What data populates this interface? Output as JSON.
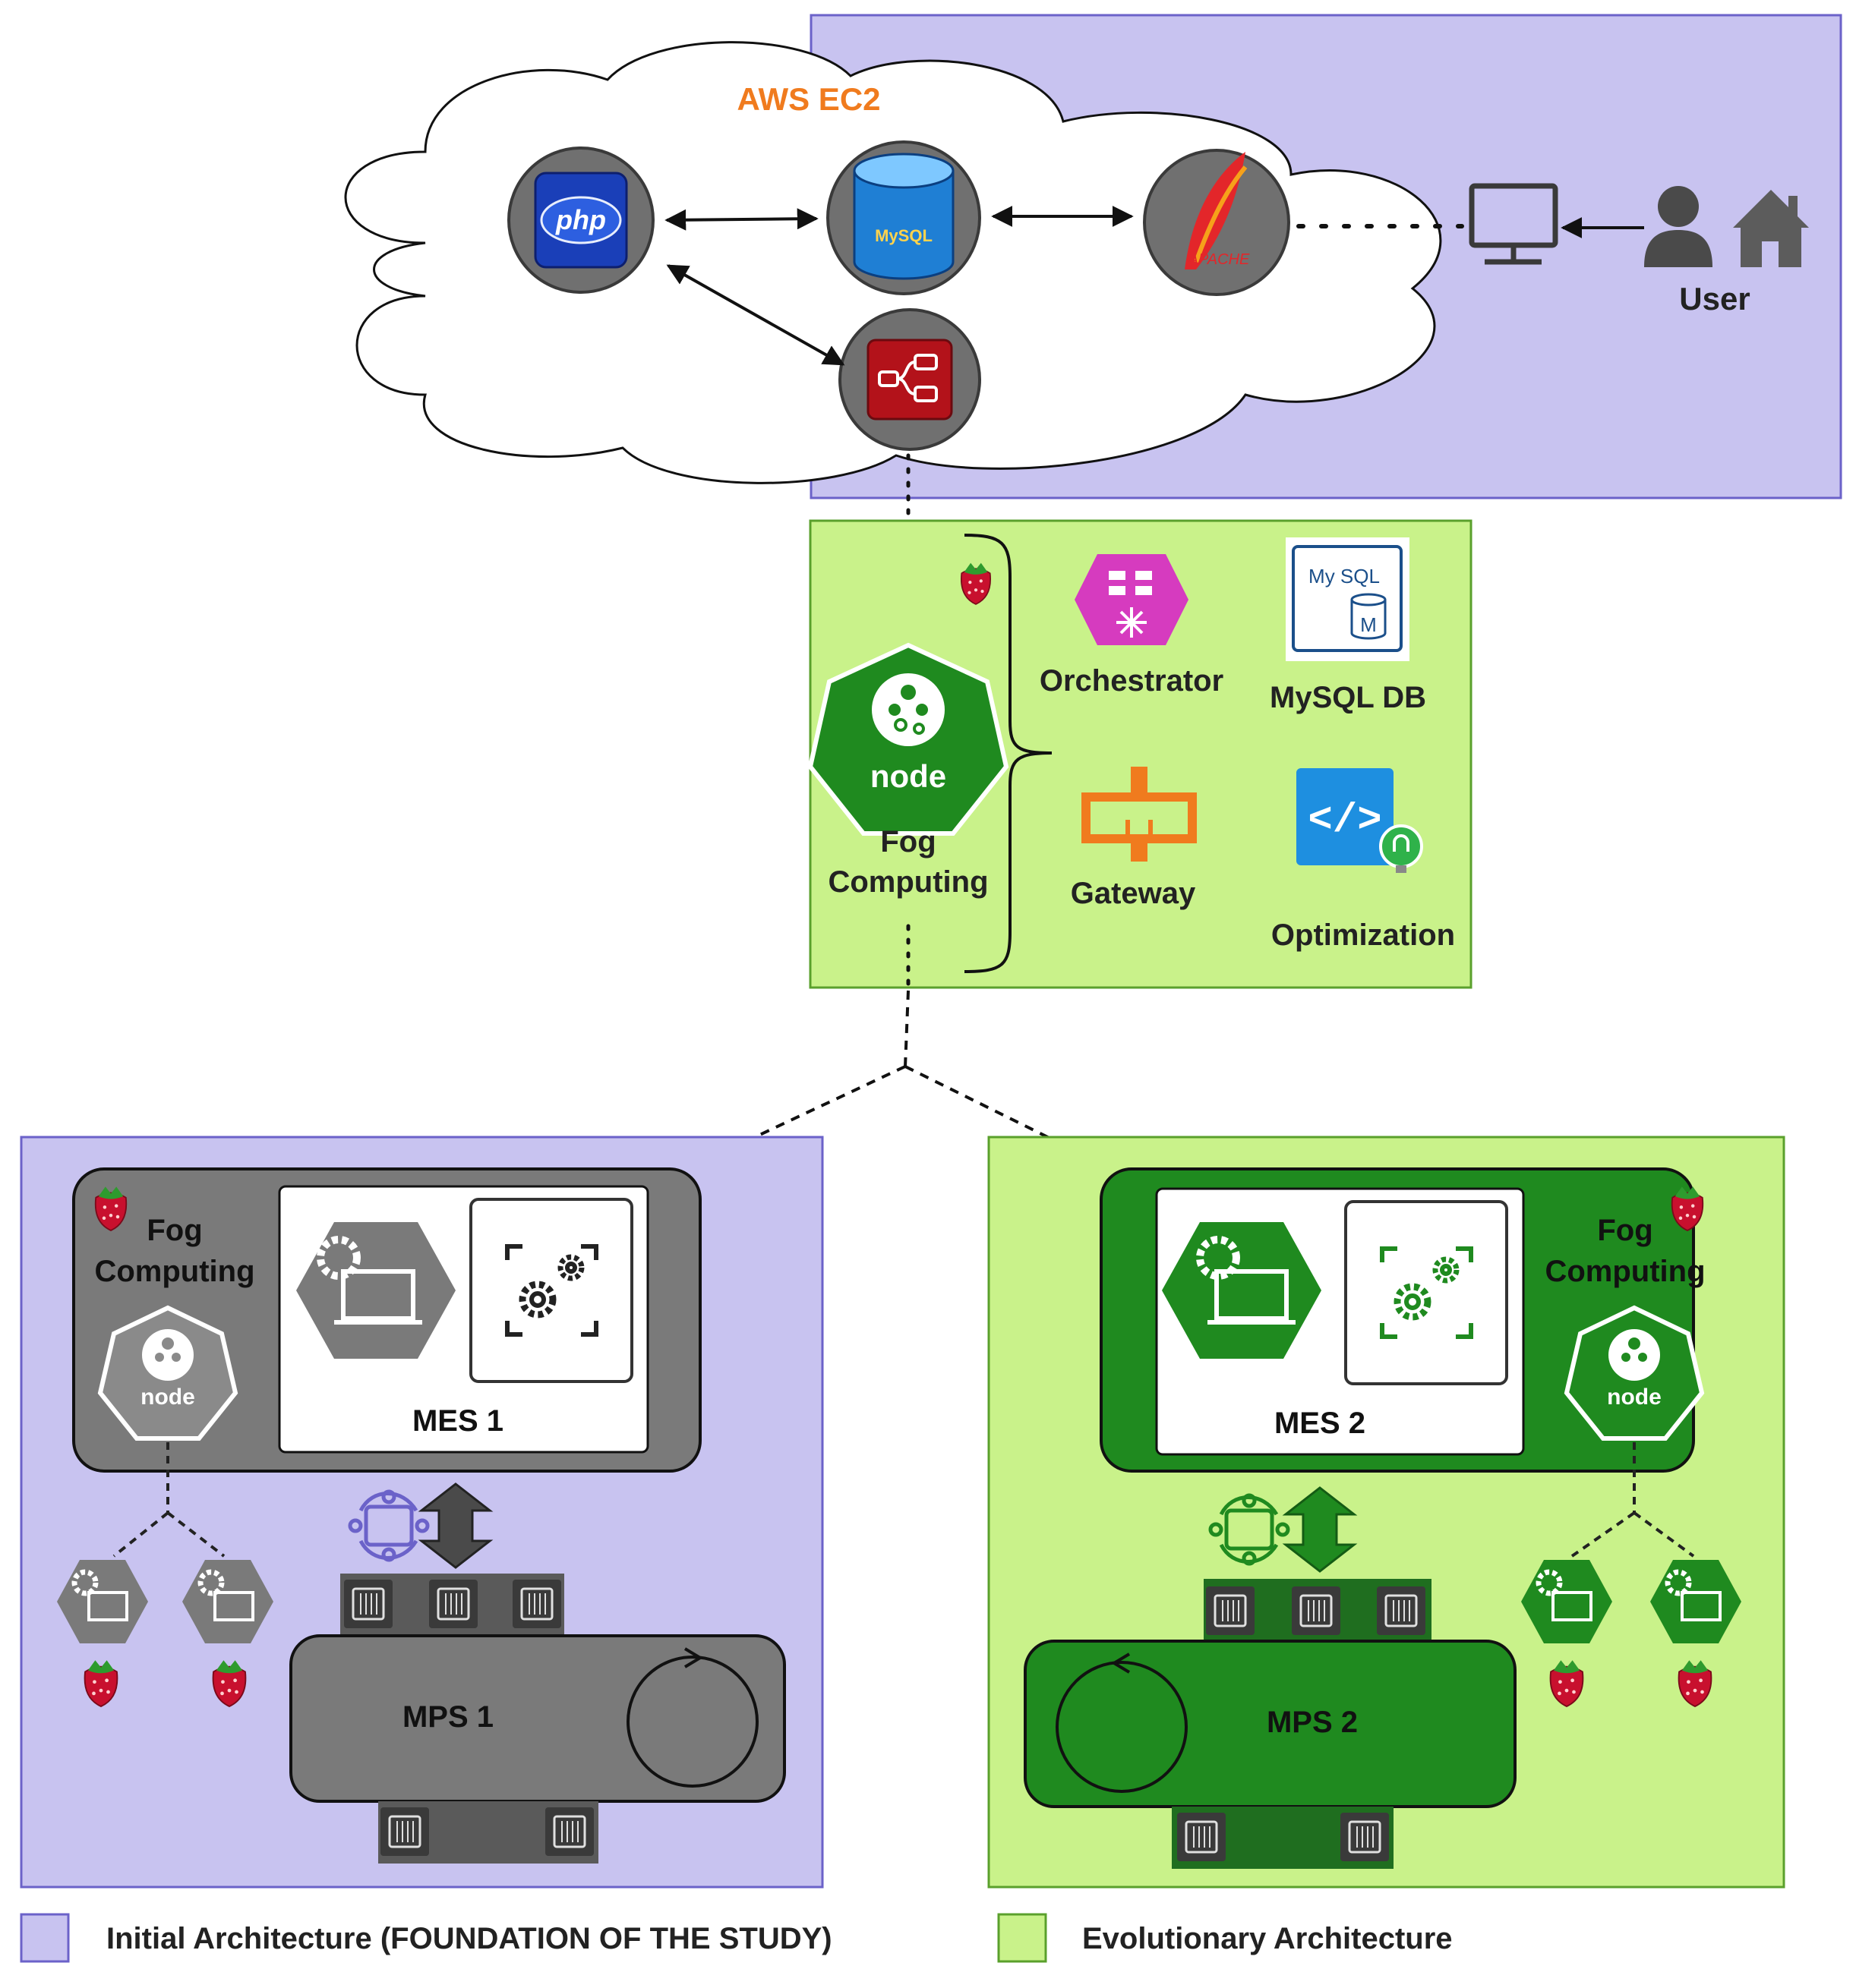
{
  "cloud": {
    "title": "AWS EC2"
  },
  "user": {
    "label": "User"
  },
  "cloud_services": {
    "php": "php",
    "mysql": "MySQL",
    "apache": "APACHE"
  },
  "fog_center": {
    "node_label": "node",
    "title_line1": "Fog",
    "title_line2": "Computing",
    "services": [
      {
        "label": "Orchestrator",
        "icon": "orchestrator-icon"
      },
      {
        "label": "MySQL DB",
        "icon": "mysql-db-icon",
        "logo_text_top": "My SQL",
        "logo_text_bottom": "M"
      },
      {
        "label": "Gateway",
        "icon": "gateway-icon"
      },
      {
        "label": "Optimization",
        "icon": "optimization-icon"
      }
    ]
  },
  "left_cell": {
    "fog_line1": "Fog",
    "fog_line2": "Computing",
    "node_label": "node",
    "mes_label": "MES 1",
    "mps_label": "MPS 1"
  },
  "right_cell": {
    "fog_line1": "Fog",
    "fog_line2": "Computing",
    "node_label": "node",
    "mes_label": "MES 2",
    "mps_label": "MPS 2"
  },
  "legend": [
    {
      "label": "Initial Architecture (FOUNDATION OF THE STUDY)",
      "color": "#c8c3f0"
    },
    {
      "label": "Evolutionary Architecture",
      "color": "#c9f28a"
    }
  ],
  "colors": {
    "initial": "#c8c3f0",
    "evolutionary": "#c9f28a",
    "dark_green": "#1f8a1f",
    "gray": "#7a7a7a",
    "aws_orange": "#f07b1e"
  }
}
